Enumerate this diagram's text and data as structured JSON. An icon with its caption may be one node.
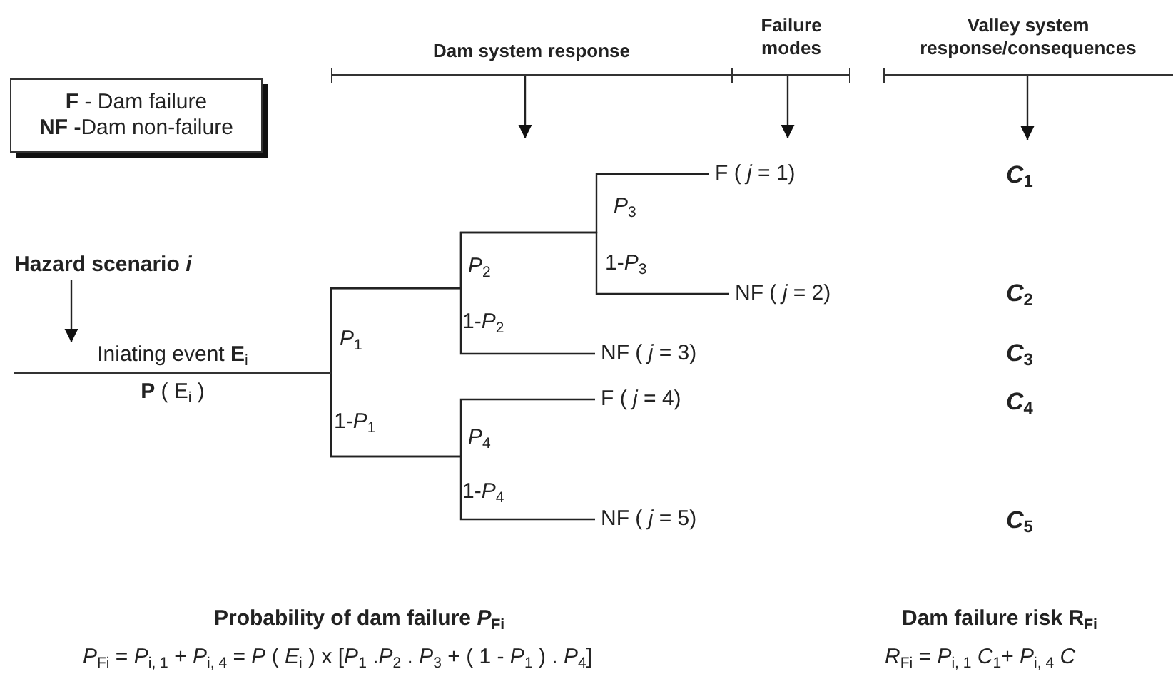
{
  "diagram": {
    "nodes": [
      {
        "text": [
          "**F** - Dam failure",
          "**NF -**Dam non-failure"
        ]
      },
      {
        "text": [
          "Dam system response"
        ]
      },
      {
        "text": [
          "Failure modes"
        ]
      },
      {
        "text": [
          "Valley system response/consequences"
        ]
      },
      {
        "text": [
          "Hazard scenario *i*"
        ]
      },
      {
        "text": [
          "Iniating event **E**$_{i}$",
          "**P** ( E$_{i}$ )"
        ]
      },
      {
        "text": [
          "F ( *j* = 1)"
        ]
      },
      {
        "text": [
          "NF ( *j* = 2)"
        ]
      },
      {
        "text": [
          "NF ( *j* = 3)"
        ]
      },
      {
        "text": [
          "F ( *j* = 4)"
        ]
      },
      {
        "text": [
          "NF ( *j* = 5)"
        ]
      },
      {
        "text": [
          "*C*$_{1}$"
        ]
      }
    ],
    "edges": [
      {
        "from": 4,
        "to": 5,
        "arrow": "to"
      },
      {
        "from": 1,
        "to": null,
        "arrow": "to"
      },
      {
        "from": 2,
        "to": 6,
        "arrow": "to"
      },
      {
        "from": 3,
        "to": 11,
        "arrow": "to"
      },
      {
        "from": 5,
        "to": 6,
        "arrow": "none"
      },
      {
        "from": 5,
        "to": 7,
        "arrow": "none"
      },
      {
        "from": 5,
        "to": 8,
        "arrow": "none"
      },
      {
        "from": 5,
        "to": 9,
        "arrow": "none"
      },
      {
        "from": 5,
        "to": 10,
        "arrow": "none"
      }
    ],
    "labels": [
      "*P*$_{3}$",
      "*P*$_{2}$",
      "1-*P*$_{3}$",
      "*P*$_{1}$",
      "1-*P*$_{2}$",
      "1-*P*$_{1}$",
      "*P*$_{4}$",
      "1-*P*$_{4}$",
      "*C*$_{2}$",
      "*C*$_{3}$",
      "*C*$_{4}$",
      "*C*$_{5}$",
      "Probability of dam failure  *P*$_{Fi}$",
      "Dam failure risk  R$_{Fi}$",
      "*P*$_{Fi}$ = *P*$_{i, 1}$ + *P*$_{i, 4}$ = *P* ( *E*$_{i}$ ) x [*P*$_{1}$ .*P*$_{2}$ .  *P*$_{3}$ + ( 1 - *P*$_{1}$ ) . *P*$_{4}$]",
      "*R*$_{Fi}$ = *P*$_{i, 1}$  *C*$_{1}$+ *P*$_{i, 4}$  *C*"
    ]
  }
}
